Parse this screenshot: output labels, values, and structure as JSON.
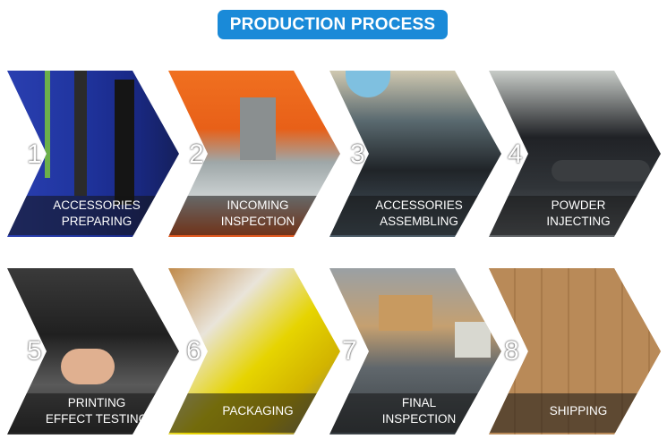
{
  "title": "PRODUCTION PROCESS",
  "steps": [
    {
      "number": "1",
      "line1": "ACCESSORIES",
      "line2": "PREPARING"
    },
    {
      "number": "2",
      "line1": "INCOMING",
      "line2": "INSPECTION"
    },
    {
      "number": "3",
      "line1": "ACCESSORIES",
      "line2": "ASSEMBLING"
    },
    {
      "number": "4",
      "line1": "POWDER",
      "line2": "INJECTING"
    },
    {
      "number": "5",
      "line1": "PRINTING",
      "line2": "EFFECT TESTING"
    },
    {
      "number": "6",
      "line1": "PACKAGING",
      "line2": ""
    },
    {
      "number": "7",
      "line1": "FINAL",
      "line2": "INSPECTION"
    },
    {
      "number": "8",
      "line1": "SHIPPING",
      "line2": ""
    }
  ],
  "colors": {
    "title_bg": "#1a8ad8"
  }
}
